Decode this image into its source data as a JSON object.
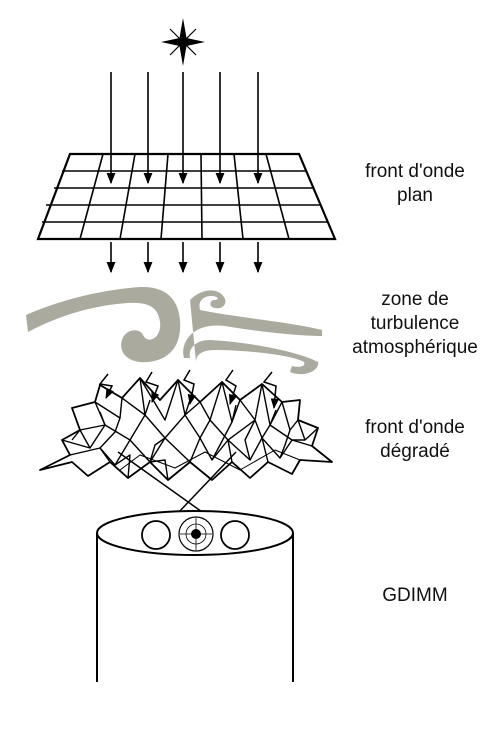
{
  "labels": {
    "front_plan": [
      "front d'onde",
      "plan"
    ],
    "turbulence": [
      "zone de",
      "turbulence",
      "atmosphérique"
    ],
    "front_degrade": [
      "front d'onde",
      "dégradé"
    ],
    "instrument": "GDIMM"
  },
  "colors": {
    "ink": "#000000",
    "turbulence": "#aaaa9f",
    "background": "#ffffff"
  },
  "icons": [
    "star-icon",
    "telescope-tube",
    "pupil-mask"
  ]
}
